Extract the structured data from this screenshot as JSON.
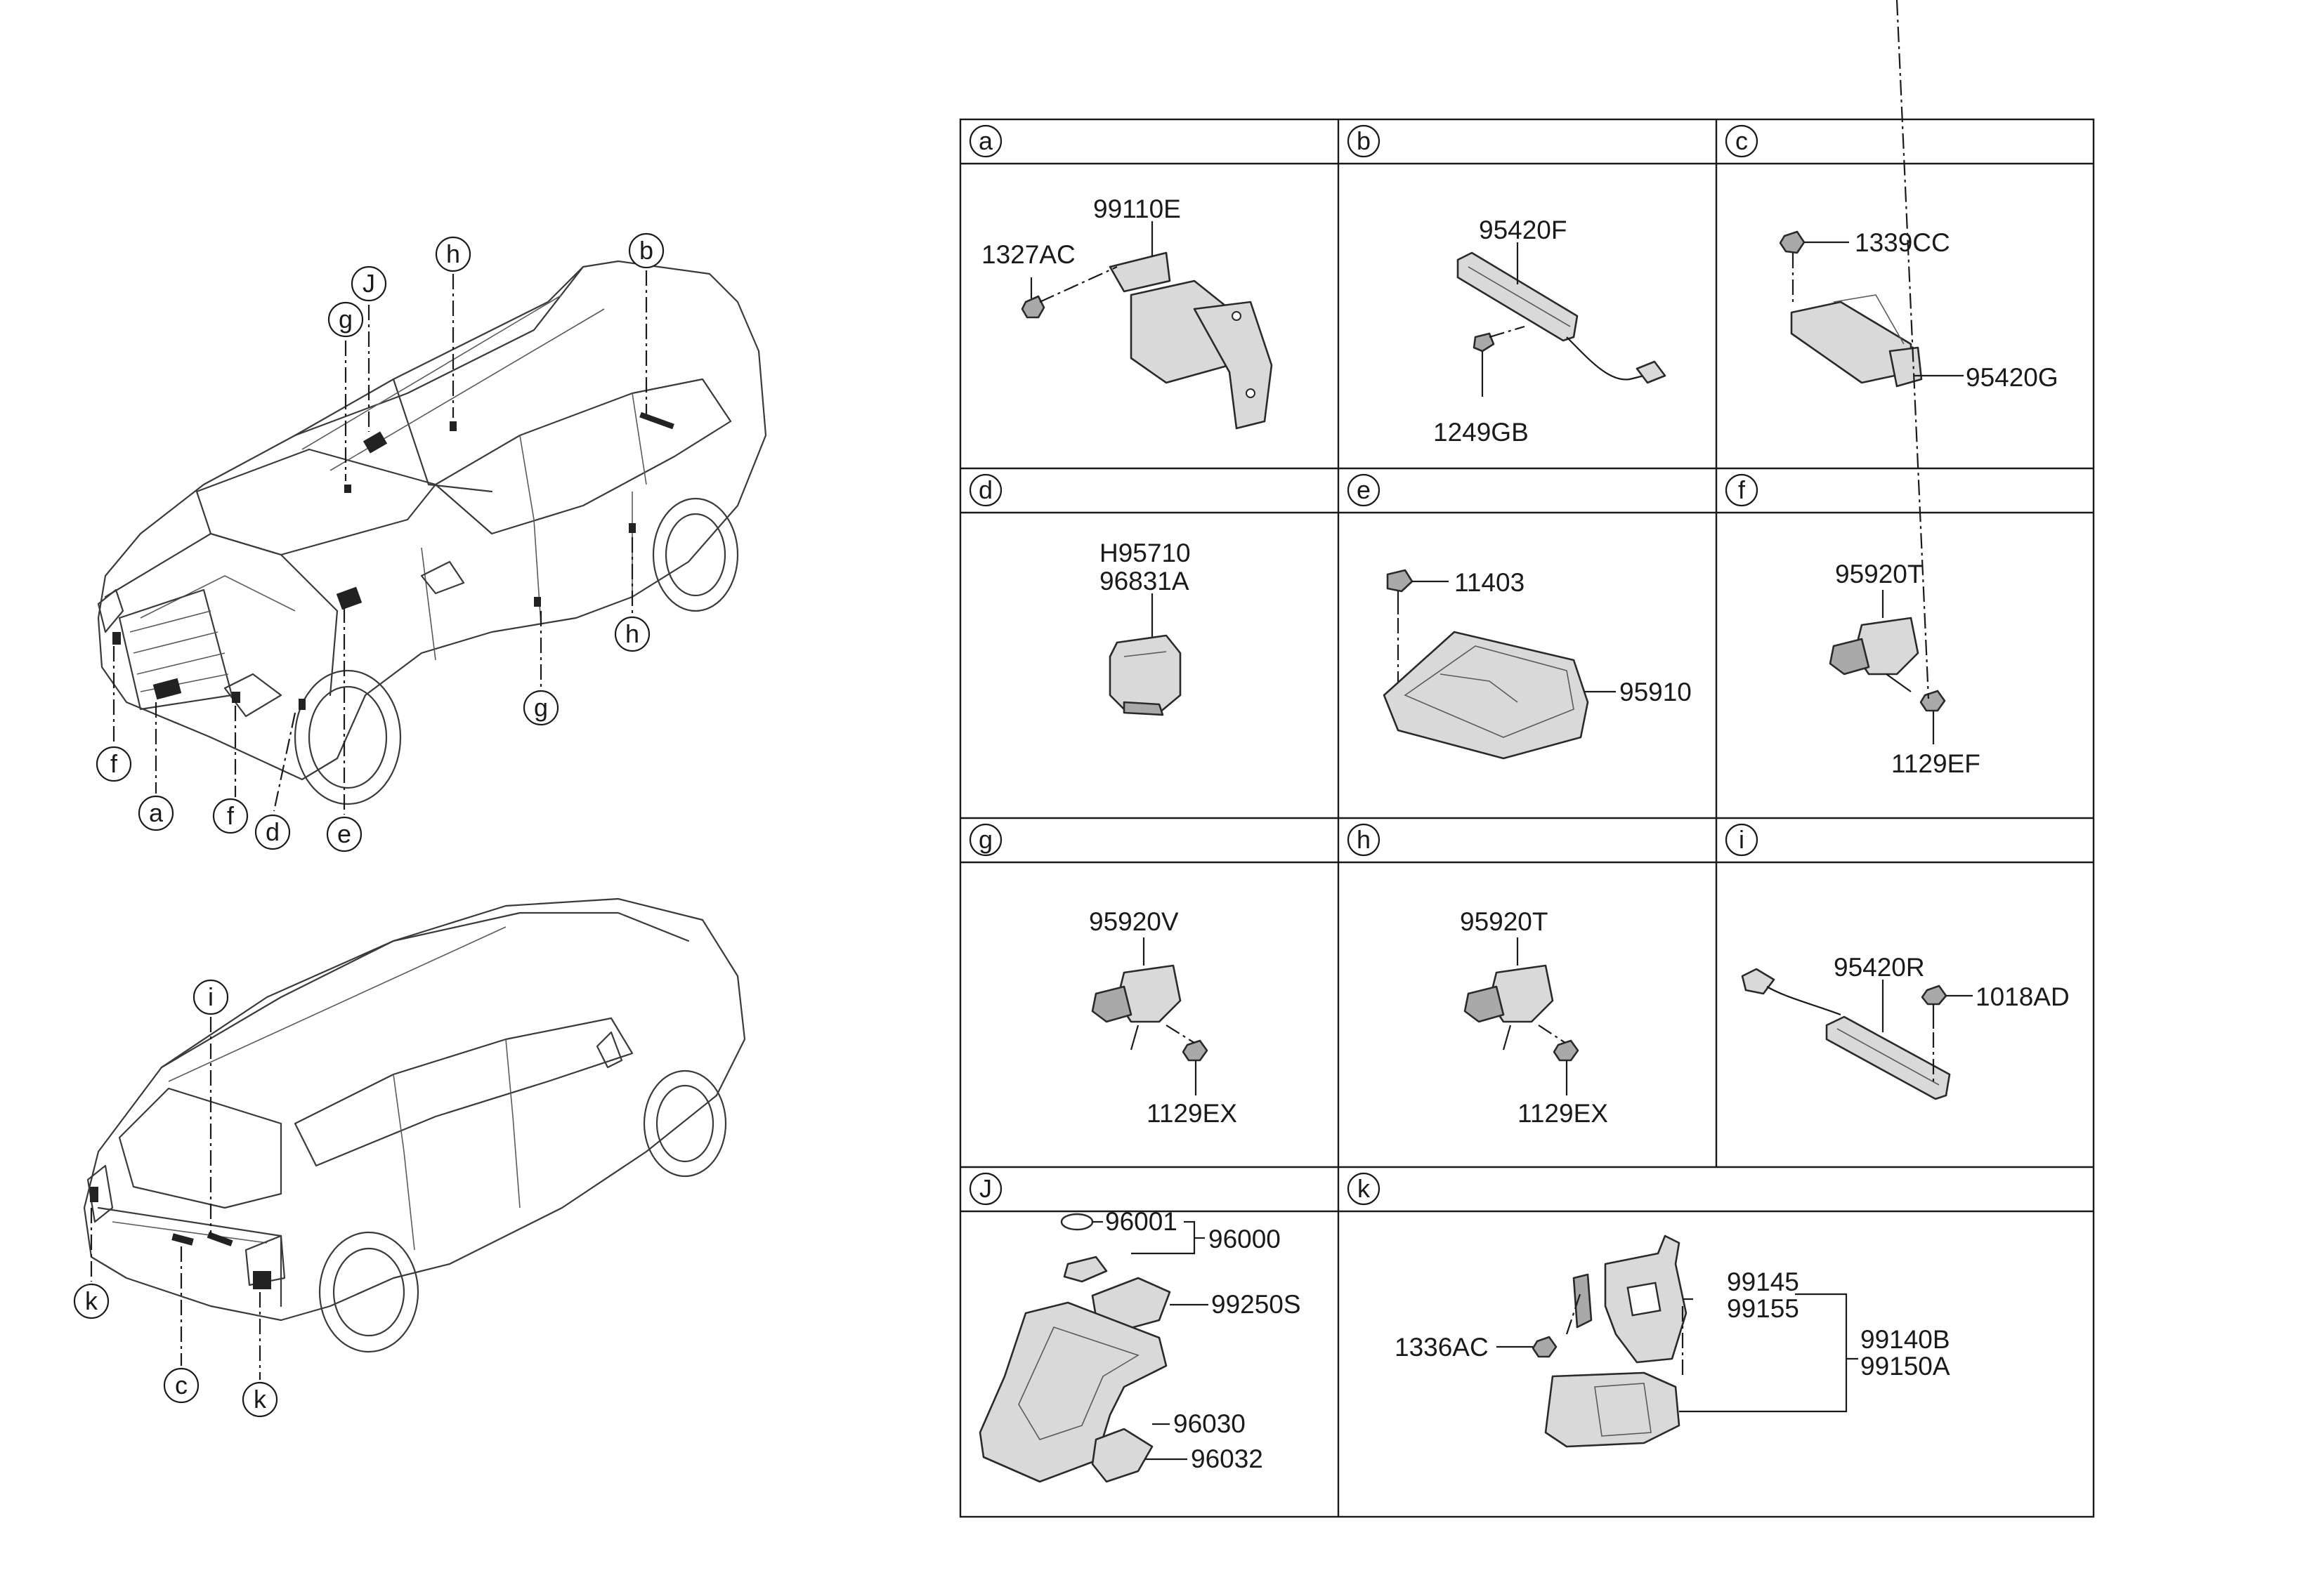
{
  "diagram": {
    "callouts": {
      "a": "a",
      "b": "b",
      "c": "c",
      "d": "d",
      "e": "e",
      "f": "f",
      "g": "g",
      "h": "h",
      "i": "i",
      "J": "J",
      "k": "k"
    },
    "panels": {
      "a": {
        "letter": "a",
        "parts": [
          "99110E",
          "1327AC"
        ]
      },
      "b": {
        "letter": "b",
        "parts": [
          "95420F",
          "1249GB"
        ]
      },
      "c": {
        "letter": "c",
        "parts": [
          "1339CC",
          "95420G"
        ]
      },
      "d": {
        "letter": "d",
        "parts": [
          "H95710",
          "96831A"
        ]
      },
      "e": {
        "letter": "e",
        "parts": [
          "11403",
          "95910"
        ]
      },
      "f": {
        "letter": "f",
        "parts": [
          "95920T",
          "1129EF"
        ]
      },
      "g": {
        "letter": "g",
        "parts": [
          "95920V",
          "1129EX"
        ]
      },
      "h": {
        "letter": "h",
        "parts": [
          "95920T",
          "1129EX"
        ]
      },
      "i": {
        "letter": "i",
        "parts": [
          "95420R",
          "1018AD"
        ]
      },
      "J": {
        "letter": "J",
        "parts": [
          "96001",
          "96000",
          "99250S",
          "96030",
          "96032"
        ]
      },
      "k": {
        "letter": "k",
        "parts": [
          "99145",
          "99155",
          "99140B",
          "99150A",
          "1336AC"
        ]
      }
    }
  }
}
